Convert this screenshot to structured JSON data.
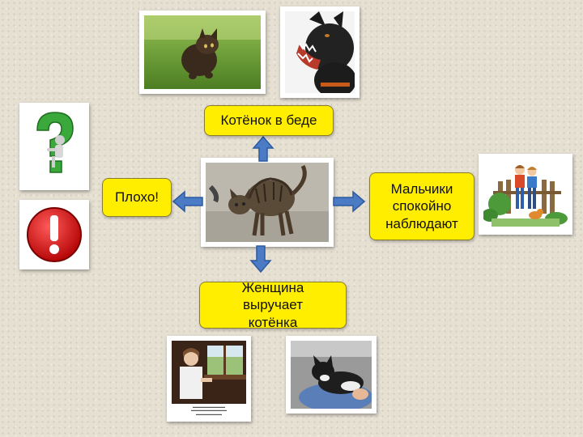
{
  "nodes": {
    "top": "Котёнок в беде",
    "left": "Плохо!",
    "right": "Мальчики спокойно наблюдают",
    "bottom": "Женщина выручает котёнка"
  },
  "colors": {
    "box_fill": "#ffee00",
    "arrow": "#4a7bc4"
  },
  "icons": [
    "question-mark-icon",
    "exclamation-icon"
  ]
}
